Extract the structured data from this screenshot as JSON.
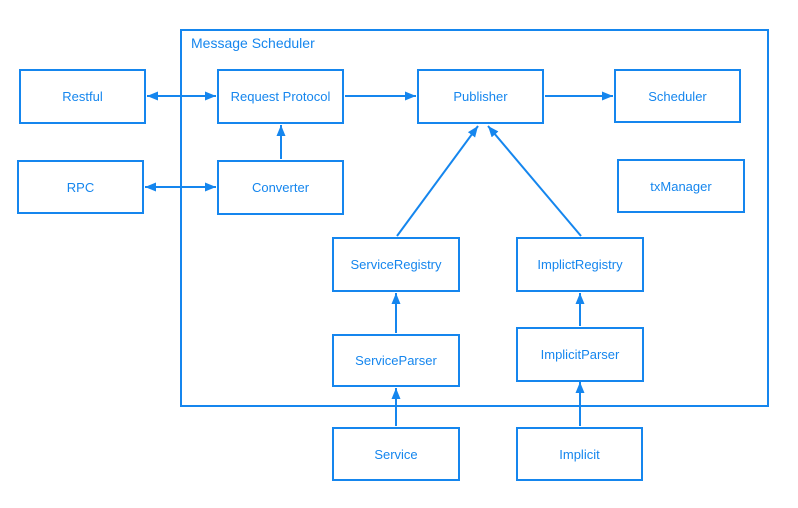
{
  "diagram": {
    "title": "Message Scheduler",
    "accent_color": "#1586EE",
    "background_color": "#FFFFFF",
    "type": "flowchart"
  },
  "nodes": {
    "restful": {
      "label": "Restful"
    },
    "rpc": {
      "label": "RPC"
    },
    "request_protocol": {
      "label": "Request Protocol"
    },
    "converter": {
      "label": "Converter"
    },
    "publisher": {
      "label": "Publisher"
    },
    "scheduler": {
      "label": "Scheduler"
    },
    "tx_manager": {
      "label": "txManager"
    },
    "service_registry": {
      "label": "ServiceRegistry"
    },
    "implict_registry": {
      "label": "ImplictRegistry"
    },
    "service_parser": {
      "label": "ServiceParser"
    },
    "implicit_parser": {
      "label": "ImplicitParser"
    },
    "service": {
      "label": "Service"
    },
    "implicit": {
      "label": "Implicit"
    }
  },
  "edges": [
    {
      "from": "Restful",
      "to": "Request Protocol",
      "direction": "bidirectional"
    },
    {
      "from": "RPC",
      "to": "Converter",
      "direction": "bidirectional"
    },
    {
      "from": "Converter",
      "to": "Request Protocol",
      "direction": "one-way"
    },
    {
      "from": "Request Protocol",
      "to": "Publisher",
      "direction": "one-way"
    },
    {
      "from": "Publisher",
      "to": "Scheduler",
      "direction": "one-way"
    },
    {
      "from": "ServiceRegistry",
      "to": "Publisher",
      "direction": "one-way"
    },
    {
      "from": "ImplictRegistry",
      "to": "Publisher",
      "direction": "one-way"
    },
    {
      "from": "ServiceParser",
      "to": "ServiceRegistry",
      "direction": "one-way"
    },
    {
      "from": "ImplicitParser",
      "to": "ImplictRegistry",
      "direction": "one-way"
    },
    {
      "from": "Service",
      "to": "ServiceParser",
      "direction": "one-way"
    },
    {
      "from": "Implicit",
      "to": "ImplicitParser",
      "direction": "one-way"
    }
  ]
}
